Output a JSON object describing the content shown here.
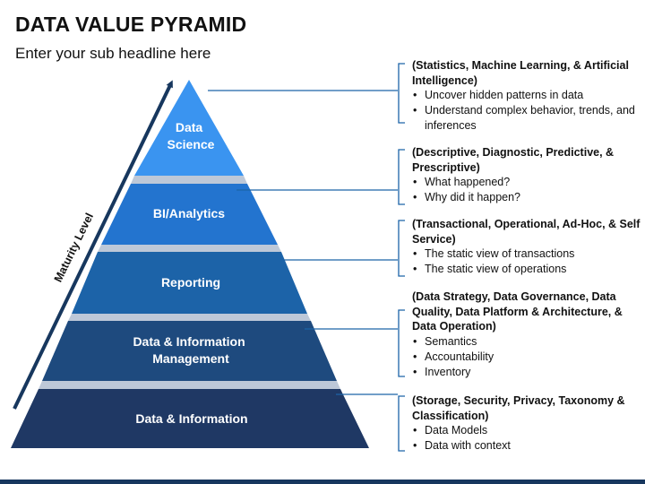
{
  "title": "DATA VALUE PYRAMID",
  "subtitle": "Enter your sub headline here",
  "axis_label": "Maturity Level",
  "colors": {
    "level1": "#1F3864",
    "level2": "#1E4A7E",
    "level3": "#1C63A8",
    "level4": "#2374CF",
    "level5": "#3A94F0",
    "connector": "#1C63A8",
    "arrow": "#17375E"
  },
  "levels": [
    {
      "lines": [
        "Data",
        "Science"
      ],
      "description": {
        "heading": "(Statistics, Machine Learning, & Artificial Intelligence)",
        "bullets": [
          "Uncover hidden patterns in data",
          "Understand complex behavior, trends, and inferences"
        ]
      }
    },
    {
      "lines": [
        "BI/Analytics"
      ],
      "description": {
        "heading": "(Descriptive, Diagnostic, Predictive, & Prescriptive)",
        "bullets": [
          "What happened?",
          "Why did it happen?"
        ]
      }
    },
    {
      "lines": [
        "Reporting"
      ],
      "description": {
        "heading": "(Transactional, Operational, Ad-Hoc, & Self Service)",
        "bullets": [
          "The static view of transactions",
          "The static view of operations"
        ]
      }
    },
    {
      "lines": [
        "Data & Information",
        "Management"
      ],
      "description": {
        "heading": "(Data Strategy, Data Governance, Data Quality, Data Platform & Architecture, & Data Operation)",
        "bullets": [
          "Semantics",
          "Accountability",
          "Inventory"
        ]
      }
    },
    {
      "lines": [
        "Data & Information"
      ],
      "description": {
        "heading": "(Storage, Security, Privacy, Taxonomy & Classification)",
        "bullets": [
          "Data Models",
          "Data with context"
        ]
      }
    }
  ]
}
